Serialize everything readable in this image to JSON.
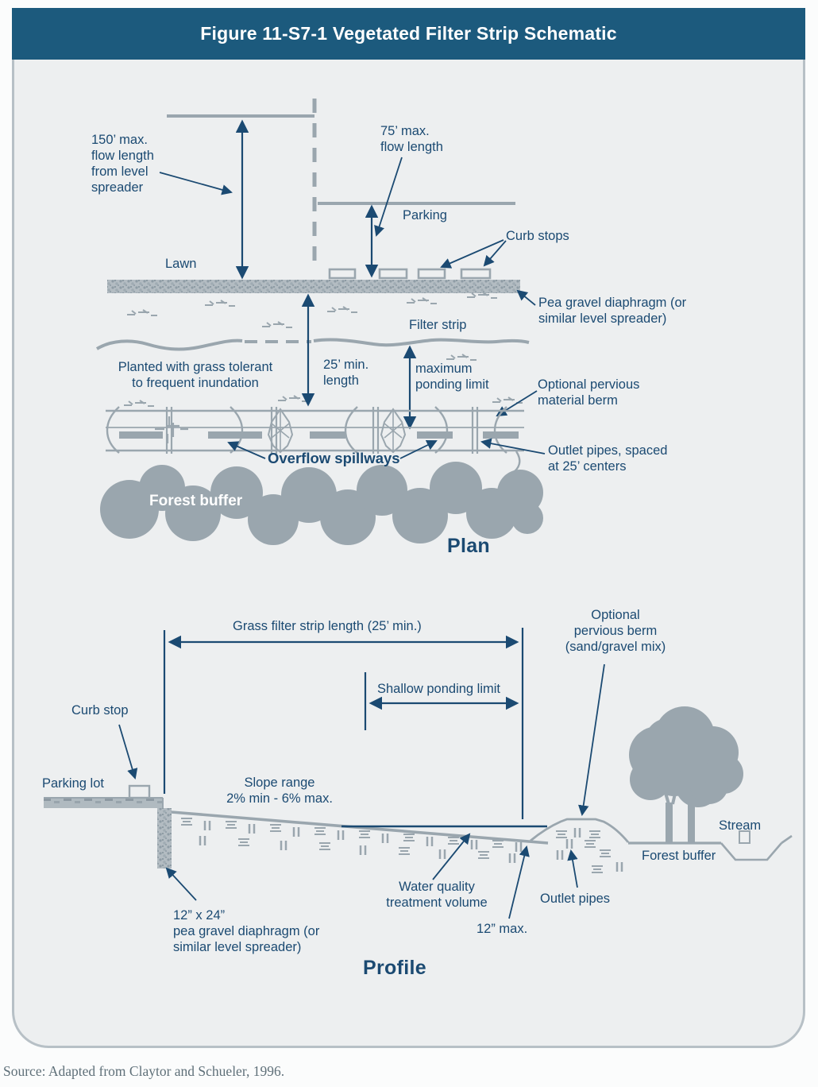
{
  "figure": {
    "title": "Figure 11-S7-1 Vegetated Filter Strip Schematic",
    "source": "Source: Adapted from Claytor and Schueler, 1996."
  },
  "plan": {
    "section_label": "Plan",
    "labels": {
      "flow_length_150": "150’ max.\nflow length\nfrom level\nspreader",
      "flow_length_75": "75’ max.\nflow length",
      "parking": "Parking",
      "curb_stops": "Curb stops",
      "lawn": "Lawn",
      "pea_gravel": "Pea gravel diaphragm (or\nsimilar level spreader)",
      "filter_strip": "Filter strip",
      "planted": "Planted with grass tolerant\nto frequent inundation",
      "length_25": "25’ min.\nlength",
      "max_ponding": "maximum\nponding limit",
      "optional_berm": "Optional pervious\nmaterial berm",
      "overflow": "Overflow spillways",
      "outlet_pipes": "Outlet pipes, spaced\nat 25’ centers",
      "forest_buffer": "Forest buffer"
    }
  },
  "profile": {
    "section_label": "Profile",
    "labels": {
      "grass_length": "Grass filter strip length (25’ min.)",
      "shallow_ponding": "Shallow ponding limit",
      "curb_stop": "Curb stop",
      "parking_lot": "Parking lot",
      "slope_range": "Slope range\n2% min - 6% max.",
      "optional_berm": "Optional\npervious berm\n(sand/gravel mix)",
      "stream": "Stream",
      "forest_buffer": "Forest buffer",
      "water_quality": "Water quality\ntreatment volume",
      "outlet_pipes": "Outlet pipes",
      "max_12": "12” max.",
      "pea_gravel": "12” x 24”\npea gravel diaphragm (or\nsimilar level spreader)"
    }
  },
  "colors": {
    "header_bg": "#1c5a7d",
    "panel_bg": "#edeff0",
    "ink": "#1b4a72",
    "art_gray": "#9aa6ae"
  }
}
